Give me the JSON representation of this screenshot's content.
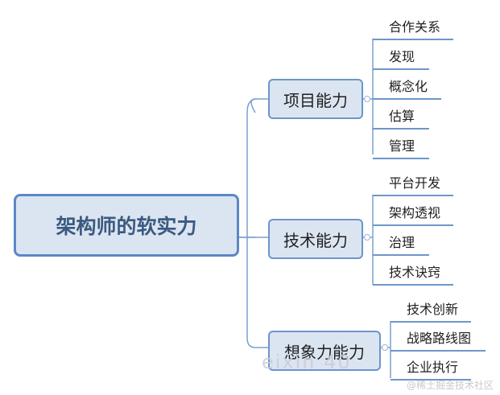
{
  "mindmap": {
    "root": "架构师的软实力",
    "branches": [
      {
        "label": "项目能力",
        "children": [
          "合作关系",
          "发现",
          "概念化",
          "估算",
          "管理"
        ]
      },
      {
        "label": "技术能力",
        "children": [
          "平台开发",
          "架构透视",
          "治理",
          "技术诀窍"
        ]
      },
      {
        "label": "想象力能力",
        "children": [
          "技术创新",
          "战略路线图",
          "企业执行"
        ]
      }
    ]
  },
  "watermark": {
    "text": "eixin 40",
    "source": "@稀土掘金技术社区"
  },
  "colors": {
    "node_fill": "#dbe5f1",
    "node_border": "#5b87c5",
    "root_text": "#3b5a80",
    "connector": "#7aa0cf"
  }
}
